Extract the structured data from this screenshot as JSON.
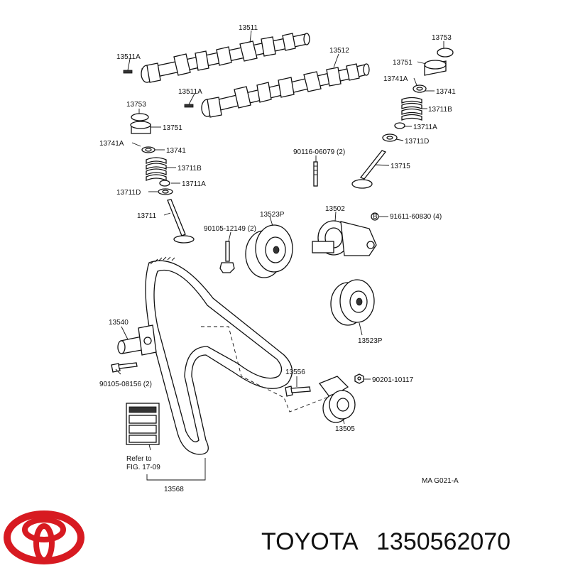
{
  "brand": {
    "name": "TOYOTA",
    "part_number": "1350562070",
    "logo_color": "#d71a21"
  },
  "diagram_code": "MA G021-A",
  "callouts": {
    "c13511": "13511",
    "c13511A_1": "13511A",
    "c13512": "13512",
    "c13511A_2": "13511A",
    "c13753_r": "13753",
    "c13751_r": "13751",
    "c13741A_r": "13741A",
    "c13741_r": "13741",
    "c13711B_r": "13711B",
    "c13711A_r": "13711A",
    "c13711D_r": "13711D",
    "c13715": "13715",
    "c90116": "90116-06079 (2)",
    "c13753_l": "13753",
    "c13751_l": "13751",
    "c13741A_l": "13741A",
    "c13741_l": "13741",
    "c13711B_l": "13711B",
    "c13711D_l": "13711D",
    "c13711A_l": "13711A",
    "c13711": "13711",
    "c90105_12149": "90105-12149 (2)",
    "c13523P_top": "13523P",
    "c13502": "13502",
    "c91611_mark": "B",
    "c91611": "91611-60830 (4)",
    "c13540": "13540",
    "c90105_08156": "90105-08156 (2)",
    "c13523P_bot": "13523P",
    "c13556": "13556",
    "c90201": "90201-10117",
    "c13505": "13505",
    "c_refer1": "Refer to",
    "c_refer2": "FIG. 17-09",
    "c13568": "13568"
  }
}
